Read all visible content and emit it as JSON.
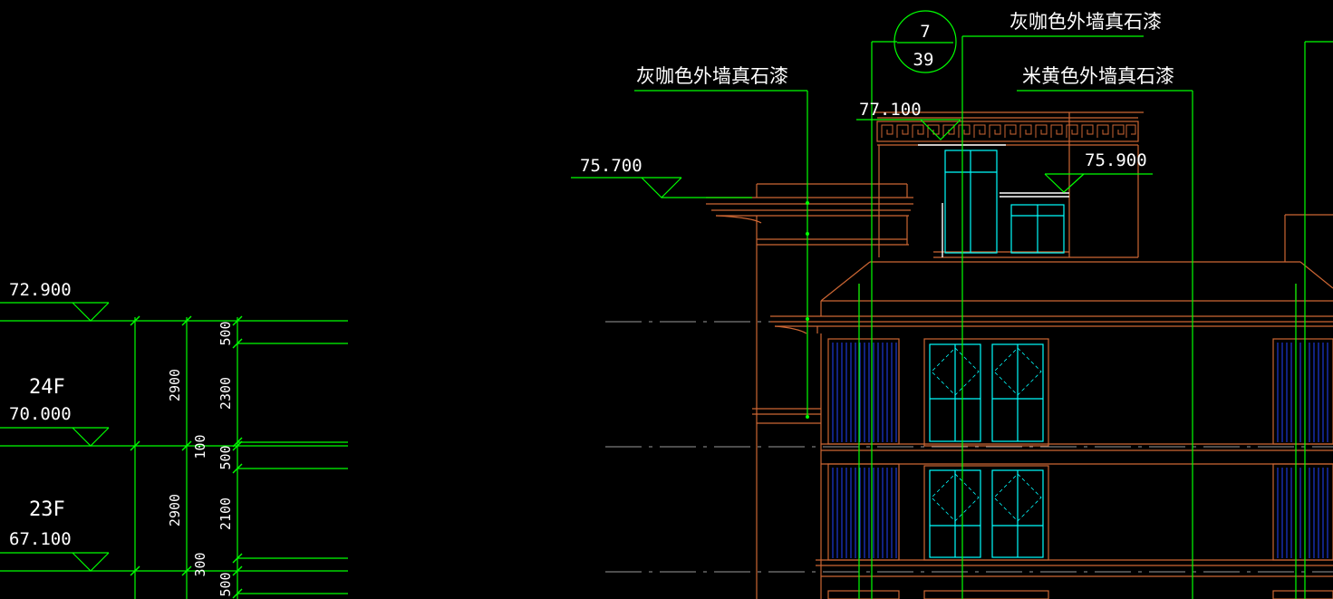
{
  "drawing": {
    "colors": {
      "background": "#000000",
      "leader": "#00ff00",
      "building": "#cc6633",
      "window": "#00ffff",
      "glazing": "#2244ff",
      "text": "#ffffff",
      "axis": "#9a9a9a"
    },
    "elevations": [
      "72.900",
      "70.000",
      "67.100",
      "75.700",
      "77.100",
      "75.900"
    ],
    "floors": [
      "24F",
      "23F"
    ],
    "dimensions": [
      "2900",
      "2900",
      "500",
      "2300",
      "100",
      "500",
      "2100",
      "300",
      "500"
    ],
    "notes": [
      "灰咖色外墙真石漆",
      "灰咖色外墙真石漆",
      "米黄色外墙真石漆"
    ],
    "detail_callout": {
      "number": "7",
      "sheet": "39"
    }
  }
}
